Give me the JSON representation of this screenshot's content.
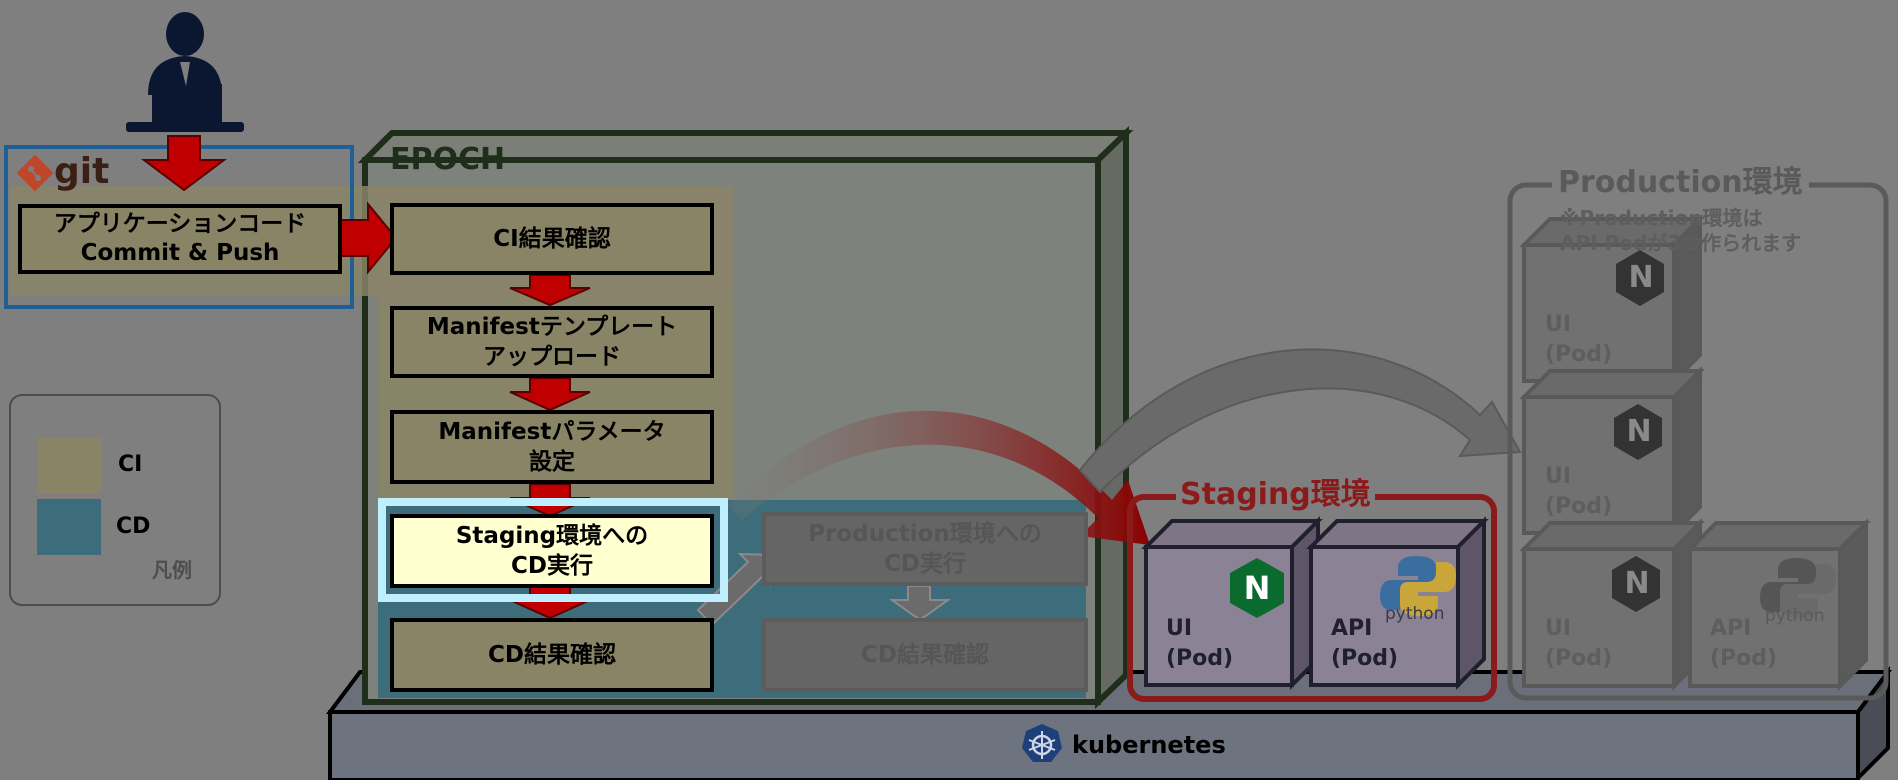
{
  "git": {
    "label": "git"
  },
  "epoch": {
    "label": "EPOCH"
  },
  "steps": {
    "commit": "アプリケーションコード\nCommit & Push",
    "ci_result": "CI結果確認",
    "manifest_upload": "Manifestテンプレート\nアップロード",
    "manifest_param": "Manifestパラメータ\n設定",
    "staging_cd": "Staging環境への\nCD実行",
    "cd_result": "CD結果確認",
    "prod_cd": "Production環境への\nCD実行",
    "prod_cd_result": "CD結果確認"
  },
  "legend": {
    "ci": "CI",
    "cd": "CD",
    "title": "凡例"
  },
  "staging": {
    "title": "Staging環境"
  },
  "production": {
    "title": "Production環境",
    "note": "※Production環境は\nAPI Podが3つ作られます"
  },
  "pods": {
    "ui": "UI\n(Pod)",
    "api": "API\n(Pod)",
    "python": "python",
    "nginx": "N"
  },
  "kubernetes": {
    "label": "kubernetes"
  },
  "colors": {
    "background": "#7f7f7f",
    "ci": "#8a8467",
    "cd": "#3d6d7a",
    "staging": "#8b1a1a",
    "active": "#ffffcf",
    "arrow": "#c00000",
    "git_blue": "#1f5f96",
    "epoch_green": "#1f2e1a"
  },
  "icons": [
    "user-laptop-icon",
    "git-icon",
    "nginx-icon",
    "python-icon",
    "kubernetes-icon"
  ]
}
